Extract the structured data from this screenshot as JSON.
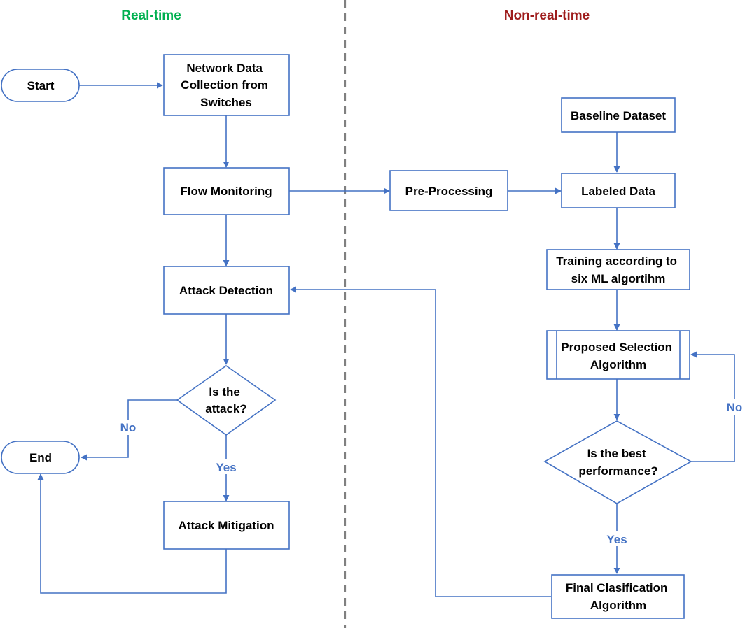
{
  "regions": {
    "realtime": "Real-time",
    "nonrealtime": "Non-real-time"
  },
  "colors": {
    "line": "#4472c4",
    "realtime_title": "#00b050",
    "nonrealtime_title": "#9e1c1c",
    "divider": "#808080"
  },
  "nodes": {
    "start": "Start",
    "end": "End",
    "collect": [
      "Network Data",
      "Collection from",
      "Switches"
    ],
    "flow": "Flow Monitoring",
    "detect": "Attack Detection",
    "isattack": [
      "Is the",
      "attack?"
    ],
    "mitigate": "Attack Mitigation",
    "preproc": "Pre-Processing",
    "baseline": "Baseline Dataset",
    "labeled": "Labeled Data",
    "training": [
      "Training according to",
      "six ML algortihm"
    ],
    "proposed": [
      "Proposed Selection",
      "Algorithm"
    ],
    "isbest": [
      "Is the best",
      "performance?"
    ],
    "final": [
      "Final Clasification",
      "Algorithm"
    ]
  },
  "edge_labels": {
    "attack_no": "No",
    "attack_yes": "Yes",
    "best_no": "No",
    "best_yes": "Yes"
  }
}
